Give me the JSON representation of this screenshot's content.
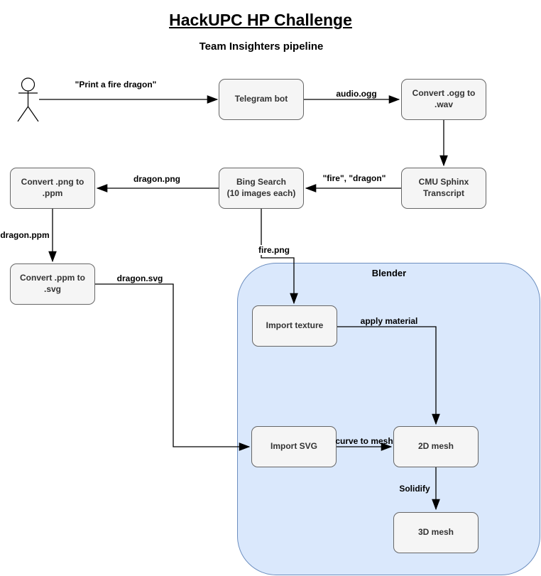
{
  "title": "HackUPC HP Challenge",
  "subtitle": "Team Insighters pipeline",
  "container": {
    "label": "Blender"
  },
  "nodes": [
    {
      "id": "telegram-bot",
      "label": "Telegram bot"
    },
    {
      "id": "convert-ogg-wav",
      "label": "Convert .ogg to\n.wav"
    },
    {
      "id": "convert-png-ppm",
      "label": "Convert .png to\n.ppm"
    },
    {
      "id": "bing-search",
      "label": "Bing Search\n(10 images each)"
    },
    {
      "id": "cmu-sphinx",
      "label": "CMU Sphinx\nTranscript"
    },
    {
      "id": "convert-ppm-svg",
      "label": "Convert .ppm to\n.svg"
    },
    {
      "id": "import-texture",
      "label": "Import texture"
    },
    {
      "id": "import-svg",
      "label": "Import SVG"
    },
    {
      "id": "mesh-2d",
      "label": "2D mesh"
    },
    {
      "id": "mesh-3d",
      "label": "3D mesh"
    }
  ],
  "edges": [
    {
      "from": "actor",
      "to": "telegram-bot",
      "label": "\"Print a fire dragon\""
    },
    {
      "from": "telegram-bot",
      "to": "convert-ogg-wav",
      "label": "audio.ogg"
    },
    {
      "from": "convert-ogg-wav",
      "to": "cmu-sphinx",
      "label": ""
    },
    {
      "from": "cmu-sphinx",
      "to": "bing-search",
      "label": "\"fire\", \"dragon\""
    },
    {
      "from": "bing-search",
      "to": "convert-png-ppm",
      "label": "dragon.png"
    },
    {
      "from": "convert-png-ppm",
      "to": "convert-ppm-svg",
      "label": "dragon.ppm"
    },
    {
      "from": "bing-search",
      "to": "import-texture",
      "label": "fire.png"
    },
    {
      "from": "convert-ppm-svg",
      "to": "import-svg",
      "label": "dragon.svg"
    },
    {
      "from": "import-texture",
      "to": "mesh-2d",
      "label": "apply material"
    },
    {
      "from": "import-svg",
      "to": "mesh-2d",
      "label": "curve to mesh"
    },
    {
      "from": "mesh-2d",
      "to": "mesh-3d",
      "label": "Solidify"
    }
  ],
  "actor": {
    "icon": "stick-figure-actor"
  },
  "colors": {
    "node_fill": "#f5f5f5",
    "node_border": "#666666",
    "container_fill": "#dae8fc",
    "container_border": "#6c8ebf",
    "edge": "#000000",
    "node_text": "#333333",
    "label_text": "#000000"
  }
}
